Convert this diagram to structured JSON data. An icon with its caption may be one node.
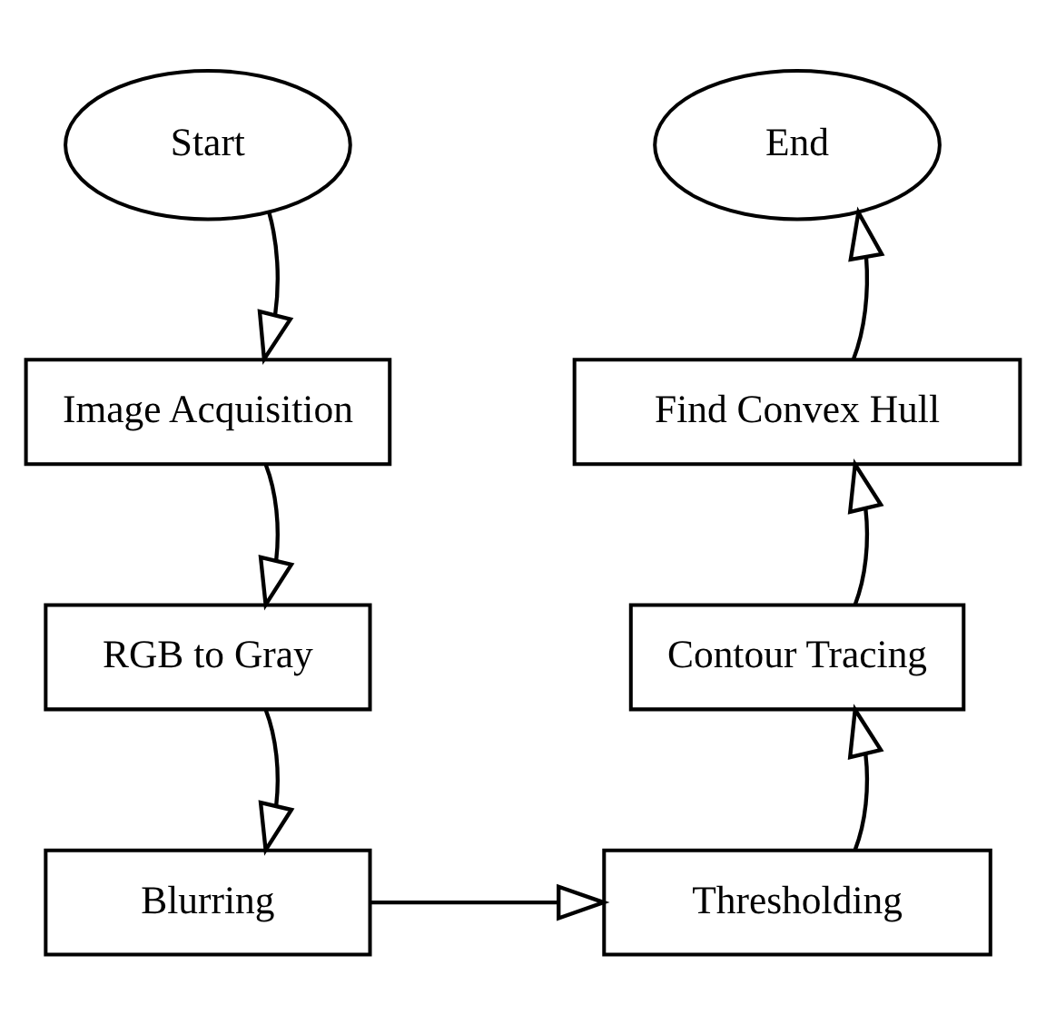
{
  "diagram": {
    "nodes": [
      {
        "text": [
          "Start"
        ]
      },
      {
        "text": [
          "Image Acquisition"
        ]
      },
      {
        "text": [
          "RGB to Gray"
        ]
      },
      {
        "text": [
          "Blurring"
        ]
      },
      {
        "text": [
          "Thresholding"
        ]
      },
      {
        "text": [
          "Contour Tracing"
        ]
      },
      {
        "text": [
          "Find Convex Hull"
        ]
      },
      {
        "text": [
          "End"
        ]
      }
    ],
    "edges": [
      {
        "from": 0,
        "to": 1,
        "arrow": "to"
      },
      {
        "from": 1,
        "to": 2,
        "arrow": "to"
      },
      {
        "from": 2,
        "to": 3,
        "arrow": "to"
      },
      {
        "from": 3,
        "to": 4,
        "arrow": "to"
      },
      {
        "from": 4,
        "to": 5,
        "arrow": "to"
      },
      {
        "from": 5,
        "to": 6,
        "arrow": "to"
      },
      {
        "from": 6,
        "to": 7,
        "arrow": "to"
      }
    ]
  }
}
